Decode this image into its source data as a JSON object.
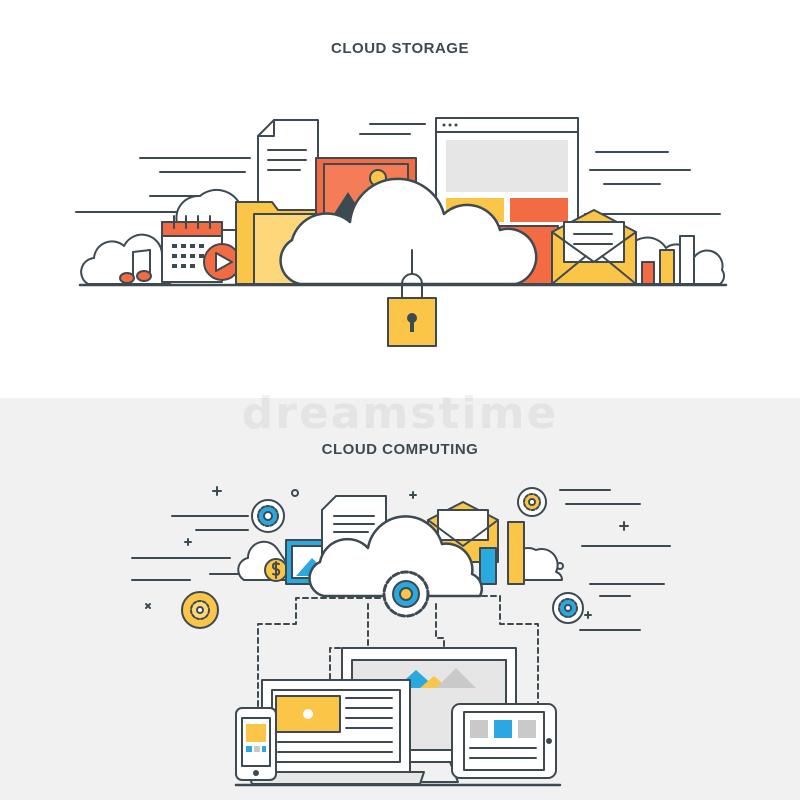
{
  "top_panel": {
    "title": "CLOUD STORAGE",
    "icons": [
      "cloud-icon",
      "document-icon",
      "browser-window-icon",
      "photo-icon",
      "folder-icon",
      "calendar-icon",
      "music-note-icon",
      "video-play-icon",
      "envelope-icon",
      "bar-chart-icon",
      "padlock-icon"
    ]
  },
  "bottom_panel": {
    "title": "CLOUD COMPUTING",
    "icons": [
      "cloud-icon",
      "gear-icon",
      "document-icon",
      "envelope-icon",
      "bar-chart-icon",
      "image-window-icon",
      "coin-icon",
      "desktop-monitor-icon",
      "laptop-icon",
      "tablet-icon",
      "smartphone-icon"
    ]
  },
  "watermark": {
    "text": "dreamstime"
  },
  "colors": {
    "outline": "#3e4a52",
    "orange": "#f26b43",
    "yellow": "#fbc548",
    "blue": "#2aa8e0",
    "gray_fill": "#e6e6e6",
    "bottom_background": "#f1f1f1"
  }
}
